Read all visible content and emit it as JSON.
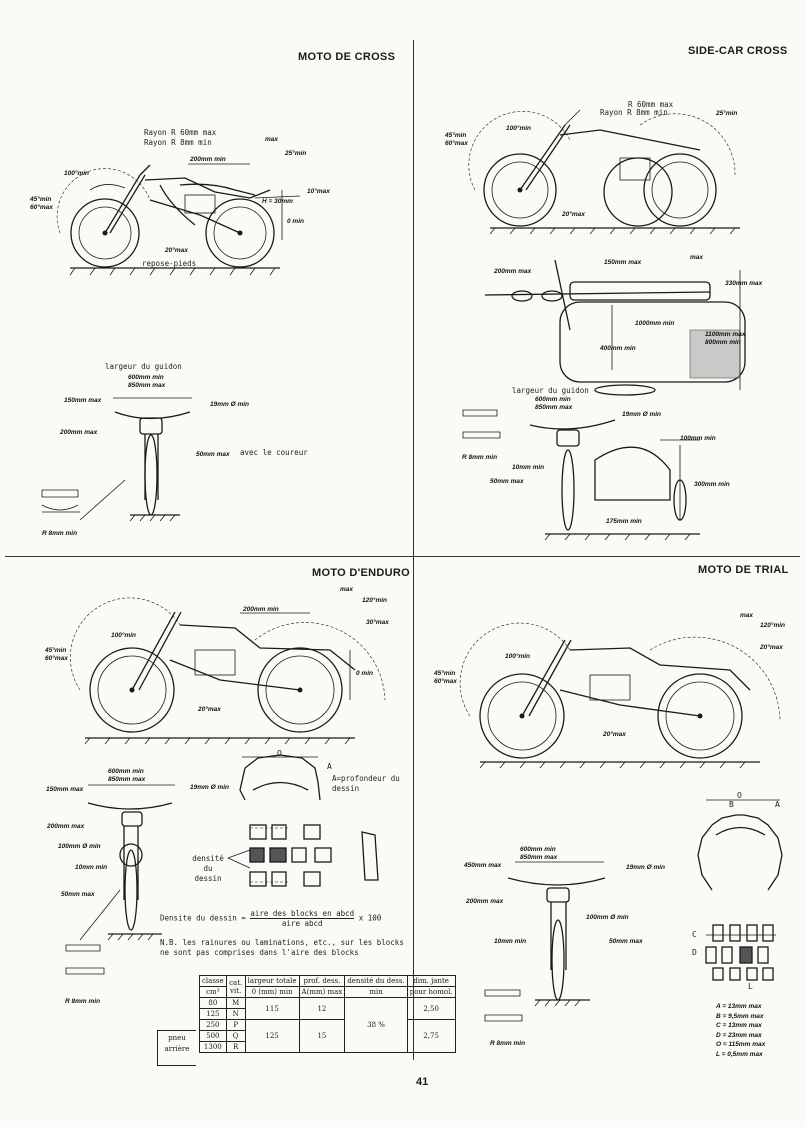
{
  "sections": {
    "cross": {
      "title": "MOTO DE CROSS",
      "rayon1": "Rayon  R 60mm max",
      "rayon2": "Rayon  R 8mm min",
      "max": "max",
      "a25": "25°min",
      "w200": "200mm min",
      "a100": "100°min",
      "a45": "45°min",
      "a60": "60°max",
      "a10": "10°max",
      "h30": "H = 30mm",
      "zero": "0 min",
      "a20": "20°max",
      "repose": "repose-pieds",
      "largeur": "largeur du guidon",
      "g600": "600mm min",
      "g850": "850mm max",
      "c150": "150mm max",
      "c19": "19mm Ø min",
      "c200": "200mm max",
      "c50": "50mm max",
      "coureur": "avec le coureur",
      "r8": "R 8mm min"
    },
    "sidecar": {
      "title": "SIDE-CAR CROSS",
      "rayon1": "R 60mm max",
      "rayon2": "Rayon  R 8mm min",
      "a25": "25°min",
      "a100": "100°min",
      "a45": "45°min",
      "a60": "60°max",
      "a20": "20°max",
      "max": "max",
      "w200": "200mm max",
      "w150": "150mm max",
      "w330": "330mm max",
      "l1000": "1000mm min",
      "l400": "400mm min",
      "l1100": "1100mm max",
      "l800": "800mm min",
      "largeur": "largeur du guidon",
      "g600": "600mm min",
      "g850": "850mm max",
      "g19": "19mm Ø min",
      "g100": "100mm min",
      "r8": "R 8mm min",
      "m10": "10mm min",
      "m50": "50mm max",
      "m300": "300mm min",
      "m175": "175mm min"
    },
    "enduro": {
      "title": "MOTO D'ENDURO",
      "max": "max",
      "w200": "200mm min",
      "a120": "120°min",
      "a30": "30°max",
      "a100": "100°min",
      "a45": "45°min",
      "a60": "60°max",
      "zero": "0 min",
      "a20": "20°max",
      "g600": "600mm min",
      "g850": "850mm max",
      "c150": "150mm max",
      "c19": "19mm Ø min",
      "c200": "200mm max",
      "c100": "100mm Ø min",
      "c10": "10mm min",
      "c50": "50mm max",
      "r8": "R 8mm min",
      "tyreO": "O",
      "tyreA": "A",
      "profondeur": "A=profondeur du dessin",
      "densite": "densité du dessin",
      "formulaLeft": "Densite du dessin = ",
      "formulaNum": "aire des blocks en abcd",
      "formulaDen": "aire abcd",
      "formulaRight": "x 100",
      "nb": "N.B. les rainures ou laminations, etc., sur les blocks ne sont pas comprises dans l'aire des blocks"
    },
    "trial": {
      "title": "MOTO DE TRIAL",
      "max": "max",
      "a120": "120°min",
      "a20top": "20°max",
      "a100": "100°min",
      "a45": "45°min",
      "a60": "60°max",
      "a20": "20°max",
      "g600": "600mm min",
      "g850": "850mm max",
      "c450": "450mm max",
      "c19": "19mm Ø min",
      "c200": "200mm max",
      "c100": "100mm Ø min",
      "c10": "10mm min",
      "c50": "50mm max",
      "r8": "R 8mm min",
      "tyreO": "O",
      "tyreA": "A",
      "tyreB": "B",
      "tyreC": "C",
      "tyreD": "D",
      "tyreL": "L",
      "legend": [
        "A = 13mm max",
        "B = 9,5mm max",
        "C = 13mm max",
        "D = 23mm max",
        "O = 115mm max",
        "L = 0,5mm max"
      ]
    }
  },
  "table": {
    "headers": [
      "classe",
      "cat. vit.",
      "largeur totale",
      "prof. dess.",
      "densité du dess.",
      "dim. jante"
    ],
    "subheaders": [
      "cm³",
      "",
      "0 (mm) min",
      "A(mm) max",
      "min",
      "pour homol."
    ],
    "rowLabel": "pneu arrière",
    "rows": [
      {
        "classe": "80",
        "cat": "M"
      },
      {
        "classe": "125",
        "cat": "N"
      },
      {
        "classe": "250",
        "cat": "P"
      },
      {
        "classe": "500",
        "cat": "Q"
      },
      {
        "classe": "1300",
        "cat": "R"
      }
    ],
    "largeur1": "115",
    "largeur2": "125",
    "prof1": "12",
    "prof2": "15",
    "densite": "38 %",
    "jante1": "2,50",
    "jante2": "2,75"
  },
  "page_number": "41"
}
